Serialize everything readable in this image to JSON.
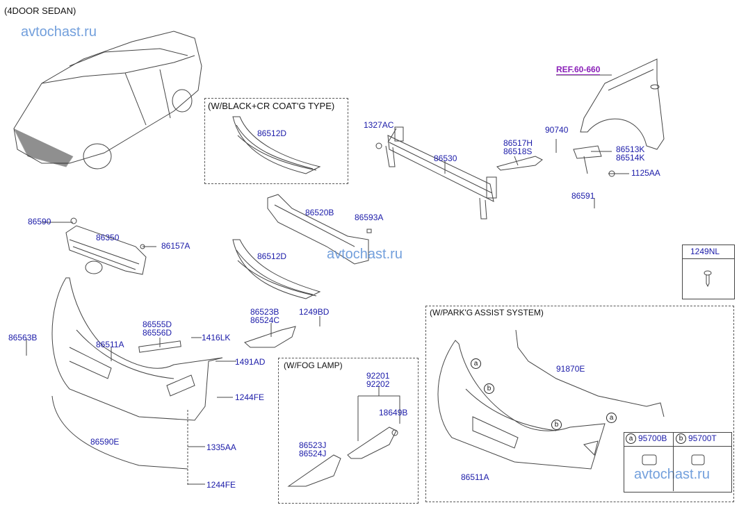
{
  "title": "(4DOOR SEDAN)",
  "watermark": "avtochast.ru",
  "reference": "REF.60-660",
  "groups": {
    "black_cr": "(W/BLACK+CR COAT'G TYPE)",
    "fog_lamp": "(W/FOG LAMP)",
    "park_assist": "(W/PARK'G ASSIST SYSTEM)"
  },
  "parts": {
    "p86512D_top": "86512D",
    "p1327AC": "1327AC",
    "p86530": "86530",
    "p86517H": "86517H",
    "p86518S": "86518S",
    "p90740": "90740",
    "p86513K": "86513K",
    "p86514K": "86514K",
    "p1125AA": "1125AA",
    "p86591": "86591",
    "p86590": "86590",
    "p86350": "86350",
    "p86157A": "86157A",
    "p86520B": "86520B",
    "p86593A": "86593A",
    "p86512D_mid": "86512D",
    "p86523B": "86523B",
    "p86524C": "86524C",
    "p1249BD": "1249BD",
    "p86563B": "86563B",
    "p86511A": "86511A",
    "p86555D": "86555D",
    "p86556D": "86556D",
    "p1416LK": "1416LK",
    "p1491AD": "1491AD",
    "p1244FE_a": "1244FE",
    "p86590E": "86590E",
    "p1335AA": "1335AA",
    "p1244FE_b": "1244FE",
    "p92201": "92201",
    "p92202": "92202",
    "p18649B": "18649B",
    "p86523J": "86523J",
    "p86524J": "86524J",
    "p91870E": "91870E",
    "p86511A_park": "86511A"
  },
  "screw_box": {
    "part": "1249NL"
  },
  "sensor_table": {
    "a_marker": "a",
    "a_part": "95700B",
    "b_marker": "b",
    "b_part": "95700T"
  },
  "callouts": [
    "a",
    "b",
    "b",
    "a"
  ],
  "colors": {
    "label": "#1a1aa8",
    "reference": "#8a1fb8",
    "watermark": "#5a8fd6"
  }
}
